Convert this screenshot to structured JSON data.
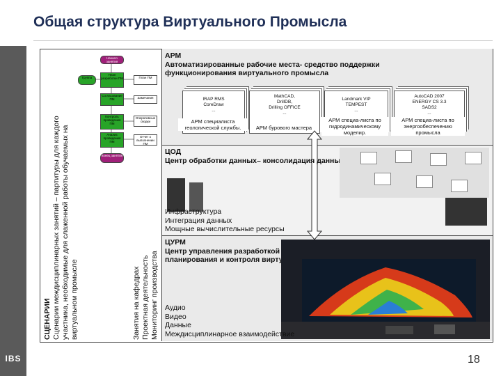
{
  "title": "Общая структура Виртуального Промысла",
  "page_number": "18",
  "logo_text": "IBS",
  "left": {
    "line1": "СЦЕНАРИИ",
    "line2": "Сценарии междисциплинарных занятий – партитуры для каждого",
    "line3": "участника, необходимые для слаженной работы обучаемых на",
    "line4": "виртуальном промысле"
  },
  "middle": {
    "line1": "Занятия на кафедрах",
    "line2": "Проектная деятельность",
    "line3": "Мониторинг производства"
  },
  "flow": {
    "n1": "Начало занятия",
    "n2": "Группа",
    "n3": "План разработки ПМ",
    "n4": "План ПМ",
    "n5": "Согласование ПМ",
    "n6": "Замечания",
    "n7": "Контроль проведения ПМ",
    "n8": "Оперативные сводки",
    "n9": "Анализ проведения ПМ",
    "n10": "Отчет о выполнении ПМ",
    "n11": "Конец занятия"
  },
  "arm": {
    "heading": "АРМ",
    "desc1": "Автоматизированные рабочие места- средство поддержки",
    "desc2": "функционирования виртуального промысла",
    "stations": [
      {
        "soft": "IRAP RMS\nCoreDraw\n...",
        "label": "АРМ специалиста геологической службы."
      },
      {
        "soft": "MathCAD,\nDrillDB,\nDrilling OFFICE\n...",
        "label": "АРМ бурового мастера"
      },
      {
        "soft": "Landmark VIP\nTEMPEST\n...",
        "label": "АРМ специа-листа по гидродинамическому моделир."
      },
      {
        "soft": "AutoCAD 2007\nENERGY CS 3.3\nSADS2\n...",
        "label": "АРМ специа-листа по энергообеспечению промысла"
      }
    ]
  },
  "cod": {
    "heading": "ЦОД",
    "desc": "Центр обработки данных– консолидация данных"
  },
  "infra": {
    "line1": "Инфраструктура",
    "line2": "Интеграция данных",
    "line3": "Мощные вычислительные ресурсы"
  },
  "curm": {
    "heading": "ЦУРМ",
    "desc1": "Центр управления разработкой месторождений центр анализа,",
    "desc2": "планирования и контроля виртуального промысла"
  },
  "media": {
    "line1": "Аудио",
    "line2": "Видео",
    "line3": "Данные",
    "line4": "Междисциплинарное взаимодействие"
  }
}
